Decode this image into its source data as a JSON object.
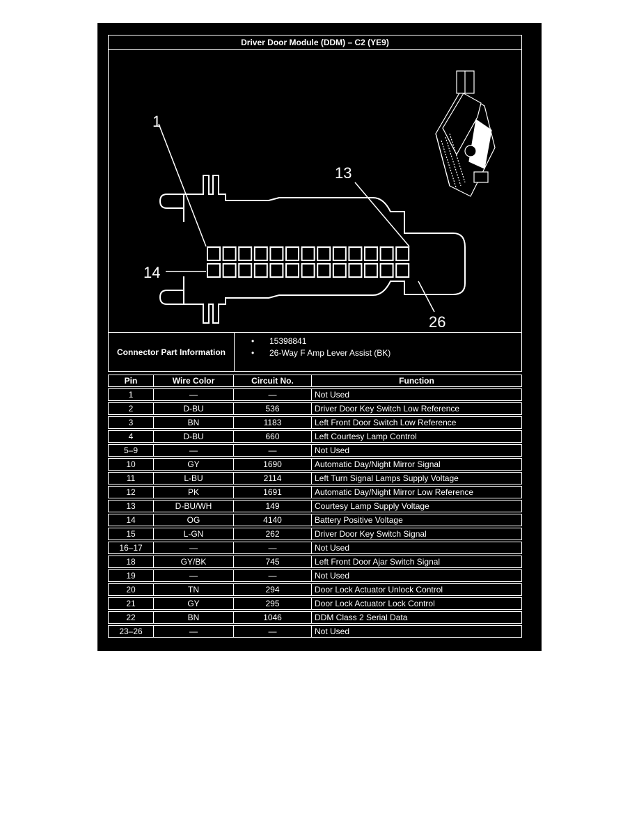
{
  "title": "Driver Door Module (DDM) – C2 (YE9)",
  "diagram": {
    "callout_1": "1",
    "callout_13": "13",
    "callout_14": "14",
    "callout_26": "26"
  },
  "connector_info": {
    "label": "Connector Part Information",
    "items": [
      "15398841",
      "26-Way F Amp Lever Assist (BK)"
    ]
  },
  "table": {
    "headers": [
      "Pin",
      "Wire Color",
      "Circuit No.",
      "Function"
    ],
    "rows": [
      [
        "1",
        "—",
        "—",
        "Not Used"
      ],
      [
        "2",
        "D-BU",
        "536",
        "Driver Door Key Switch Low Reference"
      ],
      [
        "3",
        "BN",
        "1183",
        "Left Front Door Switch Low Reference"
      ],
      [
        "4",
        "D-BU",
        "660",
        "Left Courtesy Lamp Control"
      ],
      [
        "5–9",
        "—",
        "—",
        "Not Used"
      ],
      [
        "10",
        "GY",
        "1690",
        "Automatic Day/Night Mirror Signal"
      ],
      [
        "11",
        "L-BU",
        "2114",
        "Left Turn Signal Lamps Supply Voltage"
      ],
      [
        "12",
        "PK",
        "1691",
        "Automatic Day/Night Mirror Low Reference"
      ],
      [
        "13",
        "D-BU/WH",
        "149",
        "Courtesy Lamp Supply Voltage"
      ],
      [
        "14",
        "OG",
        "4140",
        "Battery Positive Voltage"
      ],
      [
        "15",
        "L-GN",
        "262",
        "Driver Door Key Switch Signal"
      ],
      [
        "16–17",
        "—",
        "—",
        "Not Used"
      ],
      [
        "18",
        "GY/BK",
        "745",
        "Left Front Door Ajar Switch Signal"
      ],
      [
        "19",
        "—",
        "—",
        "Not Used"
      ],
      [
        "20",
        "TN",
        "294",
        "Door Lock Actuator Unlock Control"
      ],
      [
        "21",
        "GY",
        "295",
        "Door Lock Actuator Lock Control"
      ],
      [
        "22",
        "BN",
        "1046",
        "DDM Class 2 Serial Data"
      ],
      [
        "23–26",
        "—",
        "—",
        "Not Used"
      ]
    ]
  }
}
